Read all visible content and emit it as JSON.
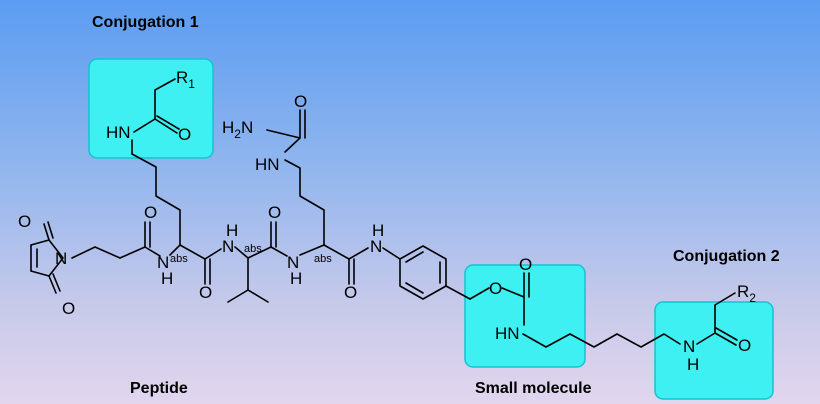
{
  "captions": {
    "conjugation1": "Conjugation 1",
    "conjugation2": "Conjugation 2",
    "peptide": "Peptide",
    "small_molecule": "Small molecule"
  },
  "atoms": {
    "R1": "R",
    "R1_sub": "1",
    "R2": "R",
    "R2_sub": "2",
    "O": "O",
    "N": "N",
    "H": "H",
    "HN": "HN",
    "H2N_H": "H",
    "H2N_sub": "2",
    "H2N_N": "N",
    "abs": "abs"
  },
  "colors": {
    "highlight_fill": "#3ff0f3",
    "highlight_stroke": "#14c3cf",
    "background_top": "#5b9cf2",
    "background_bottom": "#e2d6ee"
  }
}
